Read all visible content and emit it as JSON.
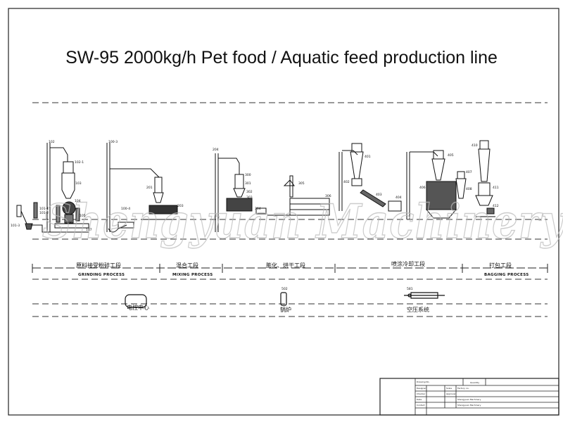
{
  "title": "SW-95 2000kg/h Pet food / Aquatic feed production line",
  "watermark": "Shengyuan Machinery",
  "equipment_labels": {
    "e101_3": "101-3",
    "e101_1": "101-1",
    "e101_2": "101-2",
    "e102": "102",
    "e102_1": "102-1",
    "e103": "103",
    "e104": "104",
    "e105": "105",
    "e106": "106",
    "e107": "107",
    "e201": "201",
    "e203": "203",
    "e100_3": "100-3",
    "e100_4": "100-4",
    "e204": "204",
    "e300": "300",
    "e301": "301",
    "e302": "302",
    "e303": "303",
    "e304": "304",
    "e305": "305",
    "e306": "306",
    "e401": "401",
    "e402": "402",
    "e403": "403",
    "e404": "404",
    "e405": "405",
    "e406": "406",
    "e407": "407",
    "e408": "408",
    "e410": "410",
    "e411": "411",
    "e412": "412",
    "e502": "502",
    "e581": "581"
  },
  "stages": [
    {
      "cn": "原料接受粉碎工段",
      "en": "GRINDING PROCESS"
    },
    {
      "cn": "混合工段",
      "en": "MIXING PROCESS"
    },
    {
      "cn": "膨化、烘干工段",
      "en": ""
    },
    {
      "cn": "喷涂冷却工段",
      "en": ""
    },
    {
      "cn": "打包工段",
      "en": "BAGGING PROCESS"
    }
  ],
  "utilities": {
    "control_center": "电控中心",
    "boiler": "锅炉",
    "air_system": "空压系统"
  },
  "title_block": {
    "r1a": "Drawing No.",
    "r1b": "Quantity",
    "r2a": "Designer",
    "r3a": "Checker",
    "r3b": "Approver",
    "r3c": "Scale",
    "r3d": "Factory no.",
    "r4a": "Date",
    "r4b": "Shengyuan Machinery",
    "r5a": "Contact",
    "r5b": "Shengyuan Machinery"
  }
}
